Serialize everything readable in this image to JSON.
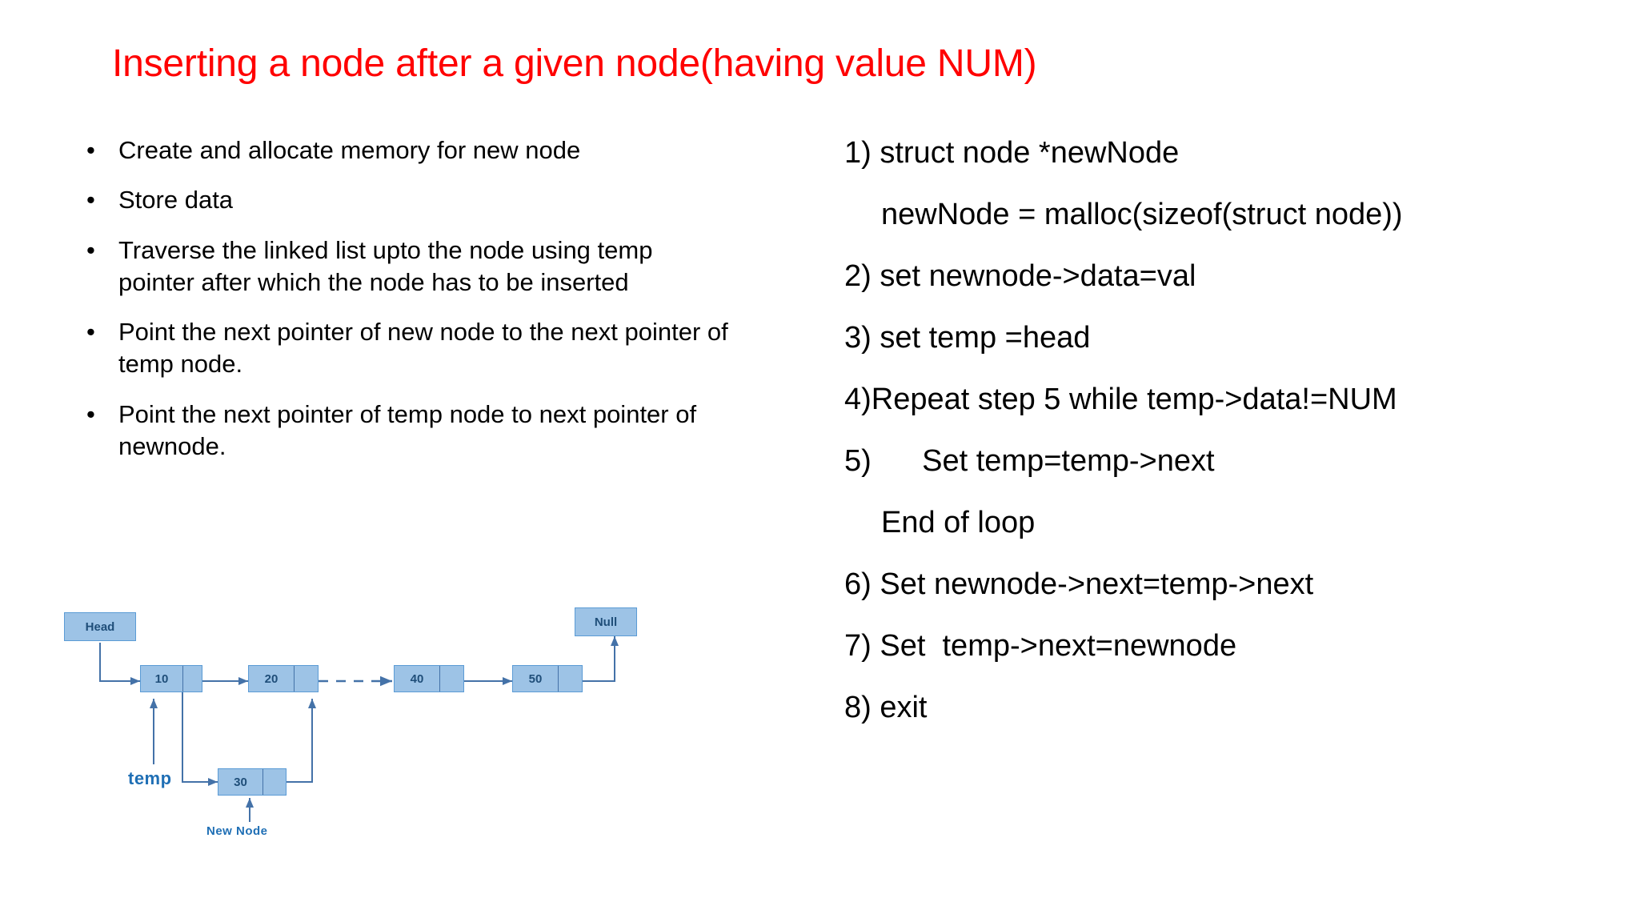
{
  "slide": {
    "title": "Inserting a node after a given node(having value NUM)",
    "title_color": "#FF0000",
    "background_color": "#FFFFFF"
  },
  "steps_bullets": [
    {
      "marker": "•",
      "text": "Create and allocate memory for new node"
    },
    {
      "marker": "•",
      "text": "Store data"
    },
    {
      "marker": "•",
      "text": "Traverse the linked list upto the node using temp pointer after which the node has to be inserted"
    },
    {
      "marker": "•",
      "text": "Point the next pointer of new node to the next pointer of temp node."
    },
    {
      "marker": "•",
      "text": "Point the next pointer of temp node to next pointer of newnode."
    }
  ],
  "algorithm_lines": [
    {
      "text": "1) struct node *newNode",
      "indent": 0
    },
    {
      "text": "newNode = malloc(sizeof(struct node))",
      "indent": 1
    },
    {
      "text": "2) set newnode->data=val",
      "indent": 0
    },
    {
      "text": "3) set temp =head",
      "indent": 0
    },
    {
      "text": "4)Repeat step 5 while temp->data!=NUM",
      "indent": 0
    },
    {
      "text": "5)      Set temp=temp->next",
      "indent": 0
    },
    {
      "text": "End of loop",
      "indent": 1
    },
    {
      "text": "6) Set newnode->next=temp->next",
      "indent": 0
    },
    {
      "text": "7) Set  temp->next=newnode",
      "indent": 0
    },
    {
      "text": "8) exit",
      "indent": 0
    }
  ],
  "diagram": {
    "head_label": "Head",
    "null_label": "Null",
    "temp_label": "temp",
    "new_node_label": "New Node",
    "node_fill": "#9DC3E6",
    "node_stroke": "#5B9BD5",
    "arrow_color": "#4472A8",
    "text_color": "#1F4E79",
    "nodes": [
      {
        "value": "10",
        "role": "list-node"
      },
      {
        "value": "20",
        "role": "temp-node"
      },
      {
        "value": "40",
        "role": "list-node"
      },
      {
        "value": "50",
        "role": "list-node"
      },
      {
        "value": "30",
        "role": "new-node"
      }
    ]
  }
}
